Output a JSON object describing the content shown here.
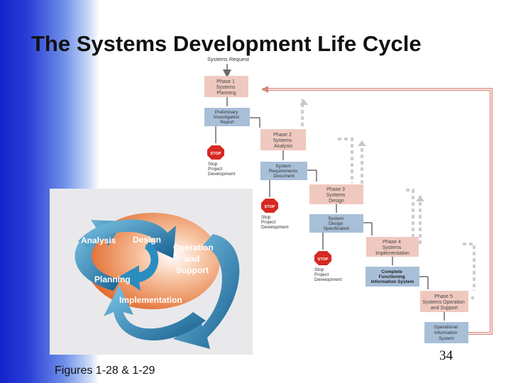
{
  "slide": {
    "title": "The Systems Development Life Cycle",
    "caption": "Figures 1-28 & 1-29",
    "page_number": "34"
  },
  "cycle": {
    "analysis": "Analysis",
    "design": "Design",
    "operation": [
      "Operation",
      "and",
      "Support"
    ],
    "planning": "Planning",
    "implementation": "Implementation"
  },
  "waterfall": {
    "systems_request": "Systems Request",
    "phase1": [
      "Phase 1",
      "Systems",
      "Planning"
    ],
    "report1": [
      "Preliminary",
      "Investigation",
      "Report"
    ],
    "phase2": [
      "Phase 2",
      "Systems",
      "Analysis"
    ],
    "report2": [
      "System",
      "Requirements",
      "Document"
    ],
    "phase3": [
      "Phase 3",
      "Systems",
      "Design"
    ],
    "report3": [
      "System",
      "Design",
      "Specification"
    ],
    "phase4": [
      "Phase 4",
      "Systems",
      "Implementation"
    ],
    "report4": [
      "Complete",
      "Functioning",
      "Information System"
    ],
    "phase5": [
      "Phase 5",
      "Systems Operation",
      "and Support"
    ],
    "report5": [
      "Operational",
      "Information",
      "System"
    ],
    "stop_sign": "STOP",
    "stop_text": [
      "Stop",
      "Project",
      "Development"
    ]
  },
  "colors": {
    "phase_fill": "#efc9c0",
    "report_fill": "#a8bfd8",
    "return_arrow": "#d88a7c",
    "stop_red": "#d62a22",
    "cycle_blue": "#1f7fb0",
    "cycle_orange": "#e66e2a"
  }
}
